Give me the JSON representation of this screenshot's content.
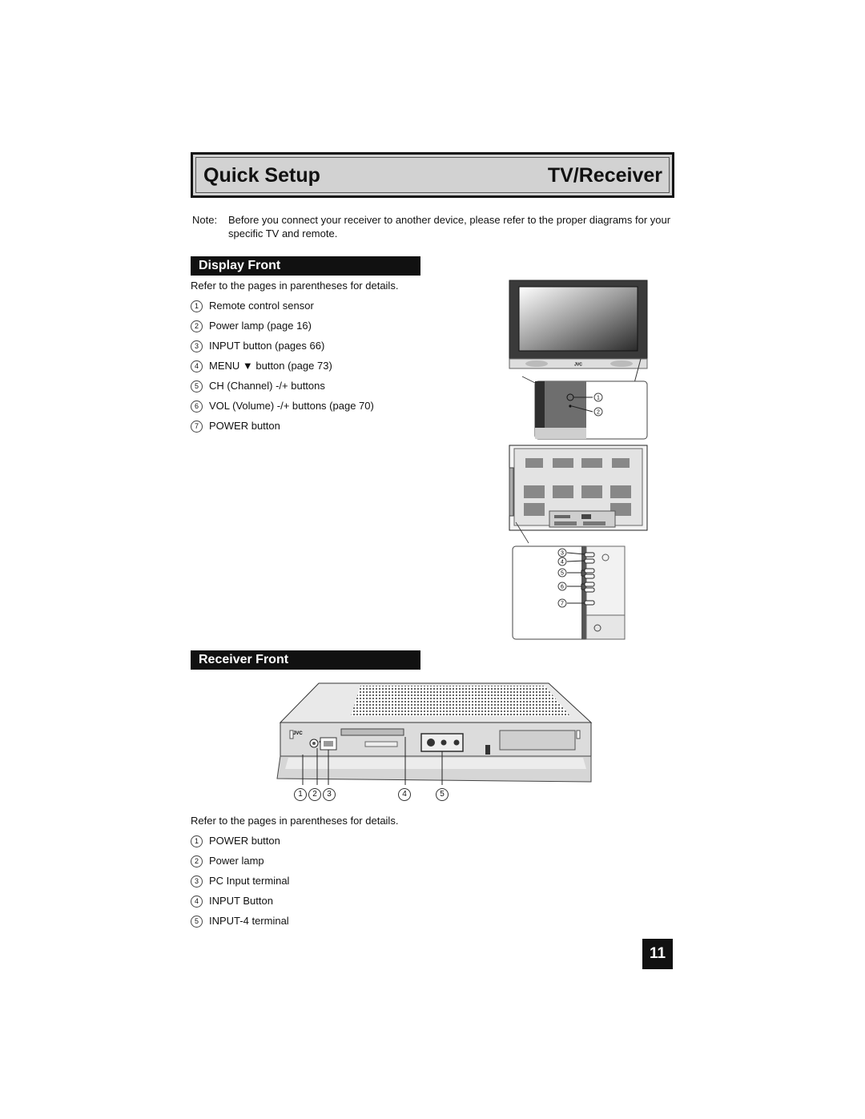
{
  "header": {
    "left_title": "Quick Setup",
    "right_title": "TV/Receiver"
  },
  "note": {
    "label": "Note:",
    "text": "Before you connect your receiver to another device, please refer to the proper diagrams for your specific TV and remote."
  },
  "display_front": {
    "title": "Display Front",
    "intro": "Refer to the pages in parentheses for details.",
    "items": [
      {
        "num": "1",
        "label": "Remote control sensor"
      },
      {
        "num": "2",
        "label": "Power lamp (page 16)"
      },
      {
        "num": "3",
        "label": "INPUT button (pages 66)"
      },
      {
        "num": "4",
        "label": "MENU ▼ button (page 73)"
      },
      {
        "num": "5",
        "label": "CH (Channel) -/+ buttons"
      },
      {
        "num": "6",
        "label": "VOL (Volume) -/+ buttons (page 70)"
      },
      {
        "num": "7",
        "label": "POWER button"
      }
    ],
    "figure_callouts": [
      "1",
      "2",
      "3",
      "4",
      "5",
      "6",
      "7"
    ],
    "logo": "JVC"
  },
  "receiver_front": {
    "title": "Receiver Front",
    "callouts": [
      "1",
      "2",
      "3",
      "4",
      "5"
    ],
    "intro": "Refer to the pages in parentheses for details.",
    "items": [
      {
        "num": "1",
        "label": "POWER button"
      },
      {
        "num": "2",
        "label": "Power lamp"
      },
      {
        "num": "3",
        "label": "PC Input terminal"
      },
      {
        "num": "4",
        "label": "INPUT Button"
      },
      {
        "num": "5",
        "label": "INPUT-4 terminal"
      }
    ],
    "logo": "JVC"
  },
  "page_number": "11"
}
